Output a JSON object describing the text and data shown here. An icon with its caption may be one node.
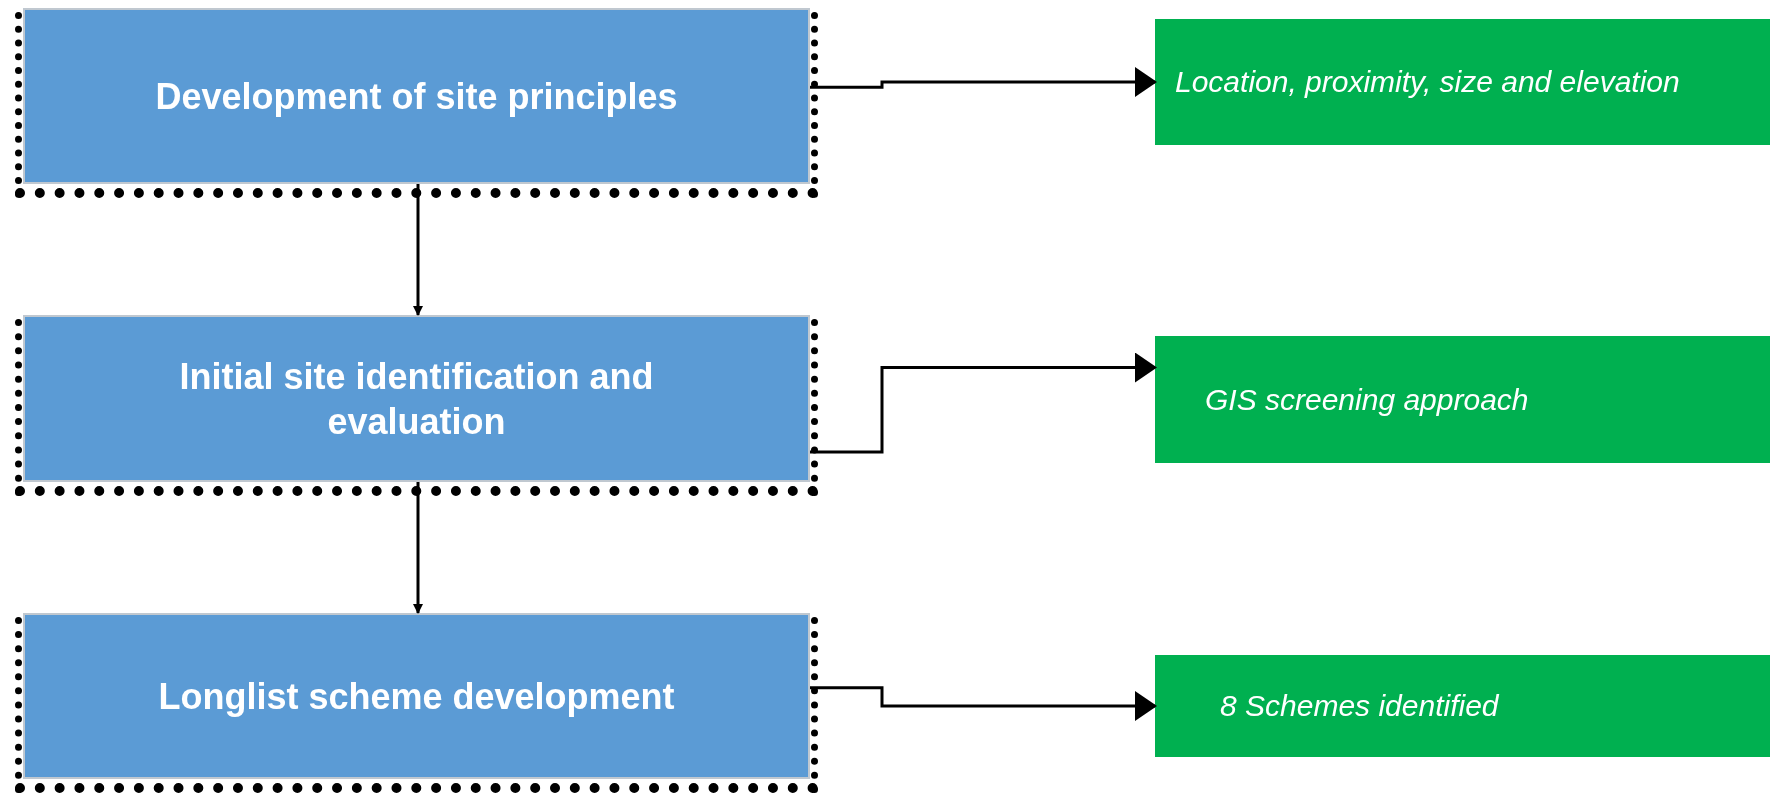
{
  "diagram": {
    "nodes": [
      {
        "text": [
          "Development of site principles"
        ]
      },
      {
        "text": [
          "Location, proximity,  size and elevation"
        ]
      },
      {
        "text": [
          "Initial site identification and evaluation"
        ]
      },
      {
        "text": [
          "GIS screening approach"
        ]
      },
      {
        "text": [
          "Longlist scheme development"
        ]
      },
      {
        "text": [
          "8 Schemes identified"
        ]
      }
    ],
    "edges": [
      {
        "from": 0,
        "to": 1,
        "arrow": "to"
      },
      {
        "from": 0,
        "to": 2,
        "arrow": "to"
      },
      {
        "from": 2,
        "to": 3,
        "arrow": "to"
      },
      {
        "from": 2,
        "to": 4,
        "arrow": "to"
      },
      {
        "from": 4,
        "to": 5,
        "arrow": "to"
      }
    ]
  }
}
